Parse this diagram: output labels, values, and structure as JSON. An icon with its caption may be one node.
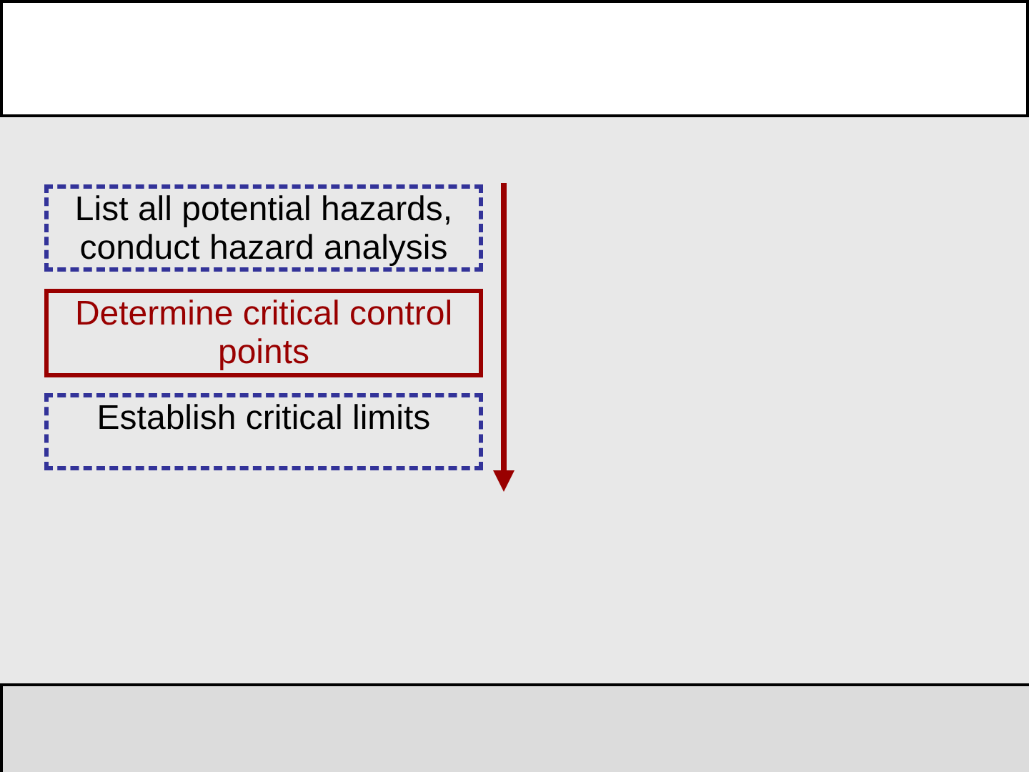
{
  "diagram": {
    "nodes": [
      {
        "text": [
          "List all potential hazards, conduct hazard analysis"
        ]
      },
      {
        "text": [
          "Determine critical control points"
        ]
      },
      {
        "text": [
          "Establish critical limits"
        ]
      }
    ],
    "edges": []
  }
}
